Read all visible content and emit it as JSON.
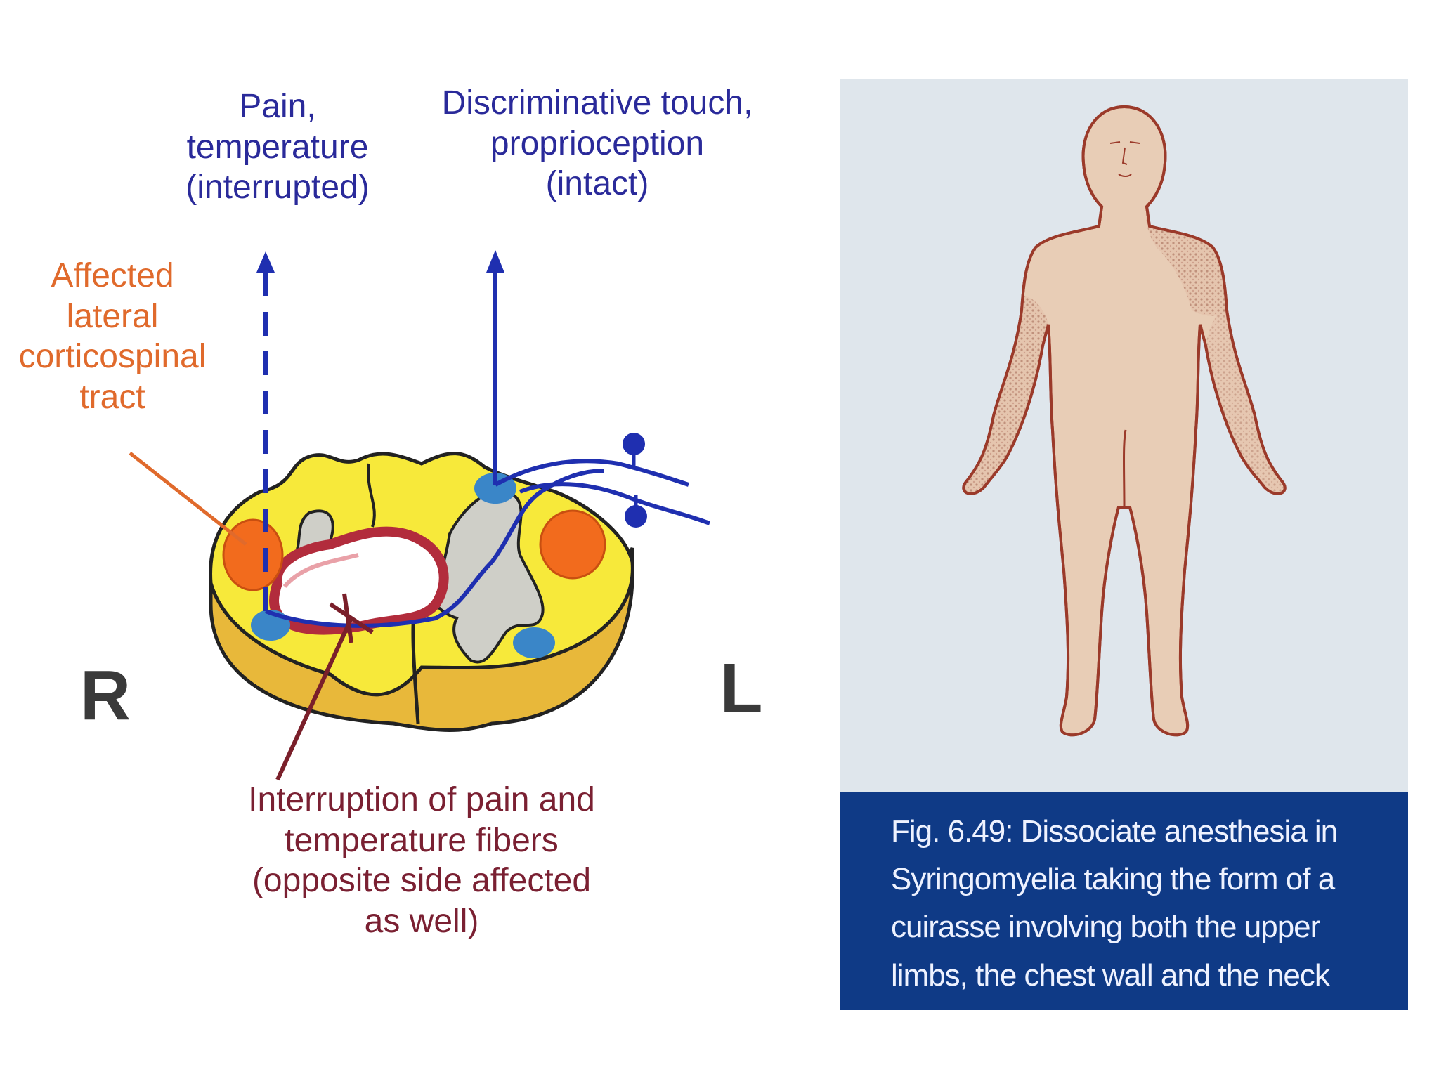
{
  "left_diagram": {
    "label_pain": [
      "Pain,",
      "temperature",
      "(interrupted)"
    ],
    "label_touch": [
      "Discriminative touch,",
      "proprioception",
      "(intact)"
    ],
    "label_affected": [
      "Affected",
      "lateral",
      "corticospinal",
      "tract"
    ],
    "label_interruption": [
      "Interruption of pain and",
      "temperature fibers",
      "(opposite side affected",
      "as well)"
    ],
    "side_right": "R",
    "side_left": "L",
    "colors": {
      "white_matter": "#f7e93a",
      "gray_matter": "#cfcfc8",
      "corticospinal": "#f26b1d",
      "dorsal_column": "#3a86c8",
      "cavity_rim": "#b22c3c",
      "fiber_blue": "#1f2fb0",
      "pointer_orange": "#e06a2c",
      "pointer_maroon": "#7a1f2a"
    }
  },
  "right_figure": {
    "caption": [
      "Fig. 6.49: Dissociate anesthesia in",
      "Syringomyelia taking the form of a",
      "cuirasse involving both the upper",
      "limbs, the chest wall and the neck"
    ],
    "colors": {
      "background": "#dfe6ec",
      "body_fill": "#e8cdb6",
      "outline": "#9b3a2a",
      "affected_shading": "#c79a86",
      "caption_band": "#0f3a86"
    }
  }
}
